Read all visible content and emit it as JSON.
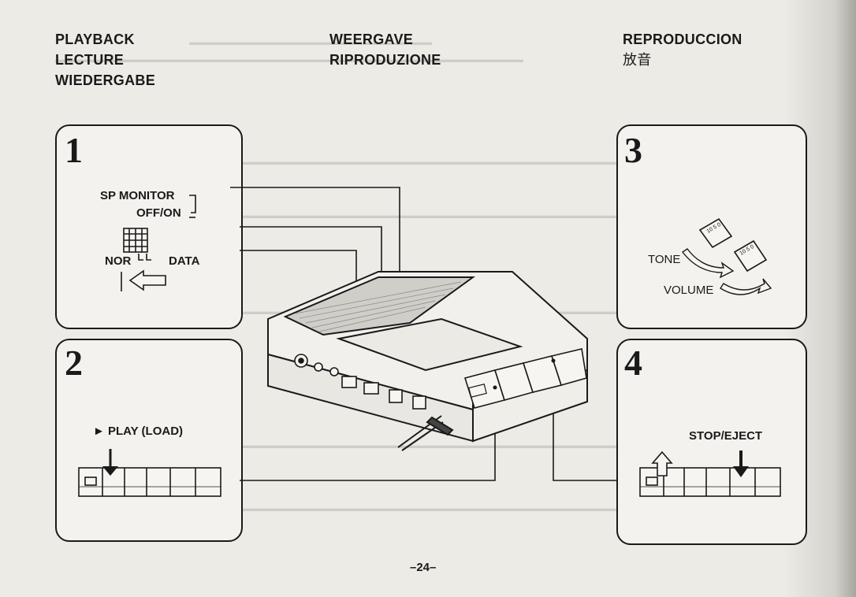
{
  "headings": {
    "col1": [
      "PLAYBACK",
      "LECTURE",
      "WIEDERGABE"
    ],
    "col2": [
      "WEERGAVE",
      "RIPRODUZIONE"
    ],
    "col3": [
      "REPRODUCCION",
      "放音"
    ]
  },
  "steps": {
    "s1": {
      "number": "1",
      "sp_monitor": "SP MONITOR",
      "off_on": "OFF/ON",
      "nor": "NOR",
      "data": "DATA"
    },
    "s2": {
      "number": "2",
      "play_load": "► PLAY (LOAD)"
    },
    "s3": {
      "number": "3",
      "tone": "TONE",
      "volume": "VOLUME"
    },
    "s4": {
      "number": "4",
      "stop_eject": "STOP/EJECT"
    }
  },
  "page_number": "–24–"
}
